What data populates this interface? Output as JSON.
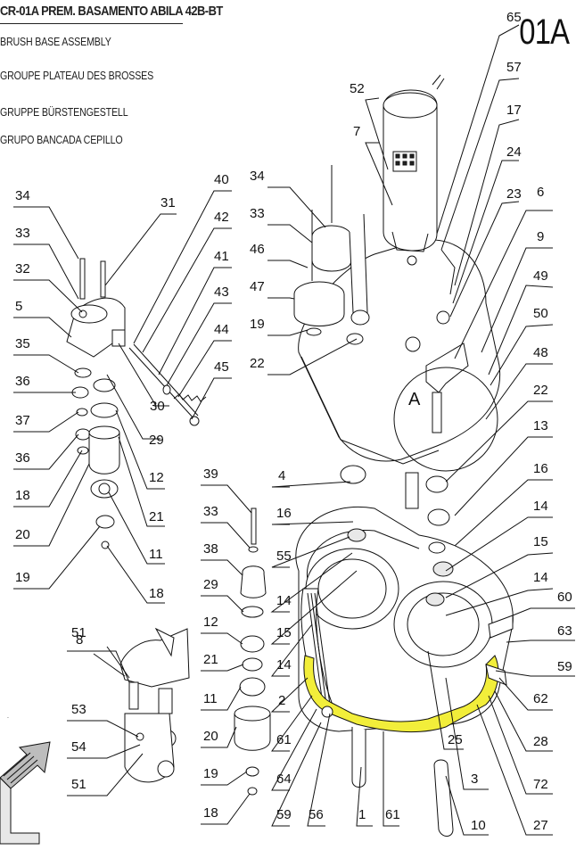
{
  "header": {
    "title": "CR-01A PREM. BASAMENTO ABILA 42B-BT",
    "subtitles": [
      "BRUSH BASE ASSEMBLY",
      "GROUPE PLATEAU DES BROSSES",
      "GRUPPE BÜRSTENGESTELL",
      "GRUPO BANCADA CEPILLO"
    ],
    "page_code": "01A"
  },
  "detail_label": "A",
  "highlight_color": "#f2ee3a",
  "callouts": [
    "65",
    "57",
    "17",
    "24",
    "23",
    "6",
    "9",
    "49",
    "50",
    "48",
    "22",
    "13",
    "16",
    "14",
    "15",
    "14",
    "60",
    "63",
    "59",
    "62",
    "28",
    "72",
    "27",
    "10",
    "3",
    "25",
    "61",
    "1",
    "56",
    "59",
    "64",
    "61",
    "2",
    "14",
    "15",
    "14",
    "55",
    "16",
    "4",
    "52",
    "7",
    "34",
    "33",
    "46",
    "47",
    "19",
    "22",
    "40",
    "42",
    "41",
    "43",
    "44",
    "45",
    "30",
    "31",
    "29",
    "12",
    "21",
    "11",
    "18",
    "34",
    "33",
    "32",
    "5",
    "35",
    "36",
    "37",
    "36",
    "18",
    "20",
    "19",
    "39",
    "33",
    "38",
    "29",
    "12",
    "21",
    "11",
    "20",
    "19",
    "18",
    "51",
    "53",
    "54",
    "51",
    "8"
  ]
}
